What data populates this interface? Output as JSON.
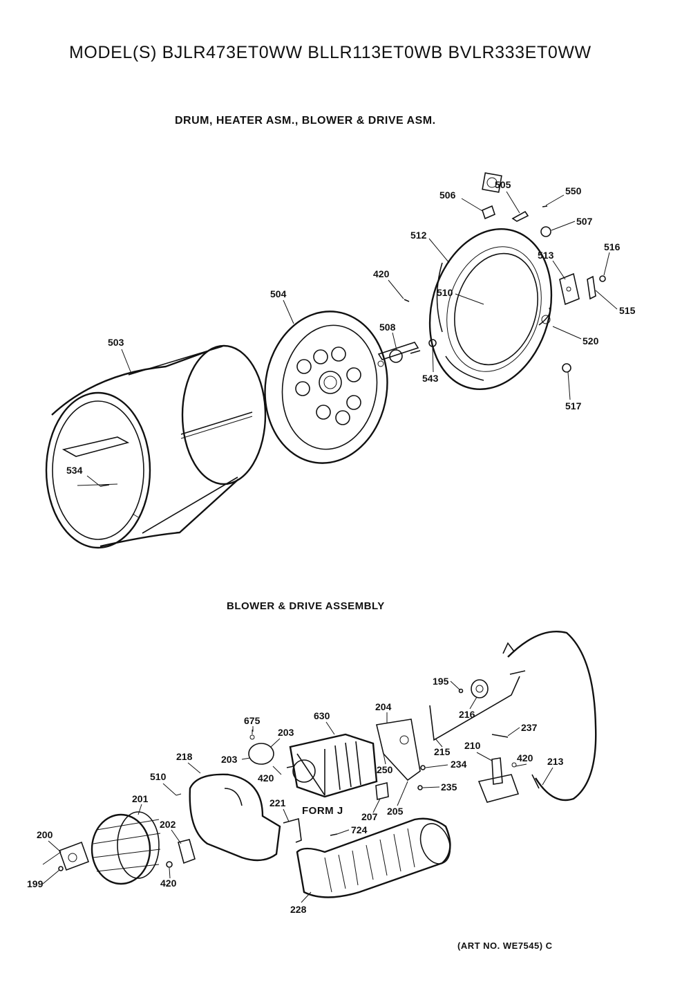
{
  "header": {
    "title": "MODEL(S) BJLR473ET0WW  BLLR113ET0WB  BVLR333ET0WW",
    "subtitle": "DRUM, HEATER ASM., BLOWER & DRIVE ASM."
  },
  "section_title": "BLOWER & DRIVE ASSEMBLY",
  "form_label": "FORM J",
  "art_number": "(ART NO. WE7545) C",
  "part_numbers": {
    "p506a": "506",
    "p505": "505",
    "p550": "550",
    "p507": "507",
    "p512": "512",
    "p513": "513",
    "p516": "516",
    "p515": "515",
    "p420a": "420",
    "p510a": "510",
    "p520": "520",
    "p504": "504",
    "p508": "508",
    "p543": "543",
    "p517": "517",
    "p503": "503",
    "p534": "534",
    "p195": "195",
    "p216": "216",
    "p237": "237",
    "p204": "204",
    "p675": "675",
    "p630": "630",
    "p203a": "203",
    "p203b": "203",
    "p215": "215",
    "p210": "210",
    "p420b": "420",
    "p213": "213",
    "p218": "218",
    "p420c": "420",
    "p250": "250",
    "p234": "234",
    "p510b": "510",
    "p235": "235",
    "p201": "201",
    "p221": "221",
    "p207": "207",
    "p205": "205",
    "p724": "724",
    "p200": "200",
    "p202": "202",
    "p199": "199",
    "p420d": "420",
    "p228": "228"
  }
}
